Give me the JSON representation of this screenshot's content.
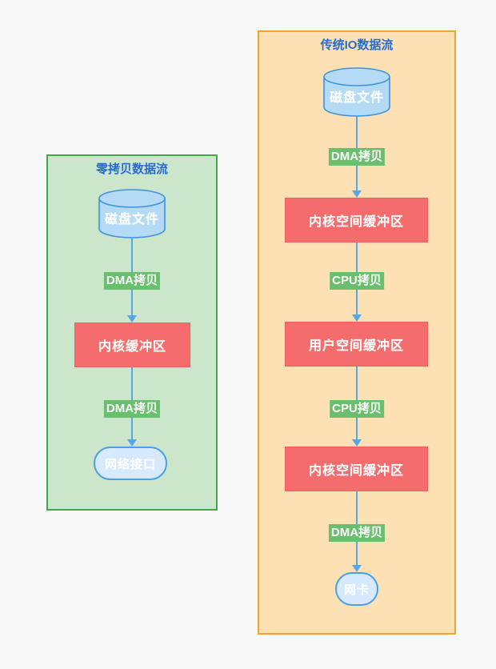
{
  "colors": {
    "page-bg": "#f8f8f8",
    "panel-green-fill": "#cbe6cb",
    "panel-green-border": "#45a44c",
    "panel-orange-fill": "#fde1b4",
    "panel-orange-border": "#f0a232",
    "title-blue": "#2a6bd2",
    "node-red": "#f56c6c",
    "edge-green": "#6abf6e",
    "arrow-blue": "#53a8e8",
    "cylinder-fill": "#b4daf5",
    "cylinder-border": "#3e92de",
    "pill-fill": "#d7e9fc",
    "pill-border": "#4b9fe8",
    "node-text": "#ffffff"
  },
  "left_panel": {
    "title": "零拷贝数据流",
    "disk": "磁盘文件",
    "edge1": "DMA拷贝",
    "kernel_buffer": "内核缓冲区",
    "edge2": "DMA拷贝",
    "network_interface": "网络接口"
  },
  "right_panel": {
    "title": "传统IO数据流",
    "disk": "磁盘文件",
    "edge1": "DMA拷贝",
    "kernel_buffer_in": "内核空间缓冲区",
    "edge2": "CPU拷贝",
    "user_buffer": "用户空间缓冲区",
    "edge3": "CPU拷贝",
    "kernel_buffer_out": "内核空间缓冲区",
    "edge4": "DMA拷贝",
    "nic": "网卡"
  }
}
